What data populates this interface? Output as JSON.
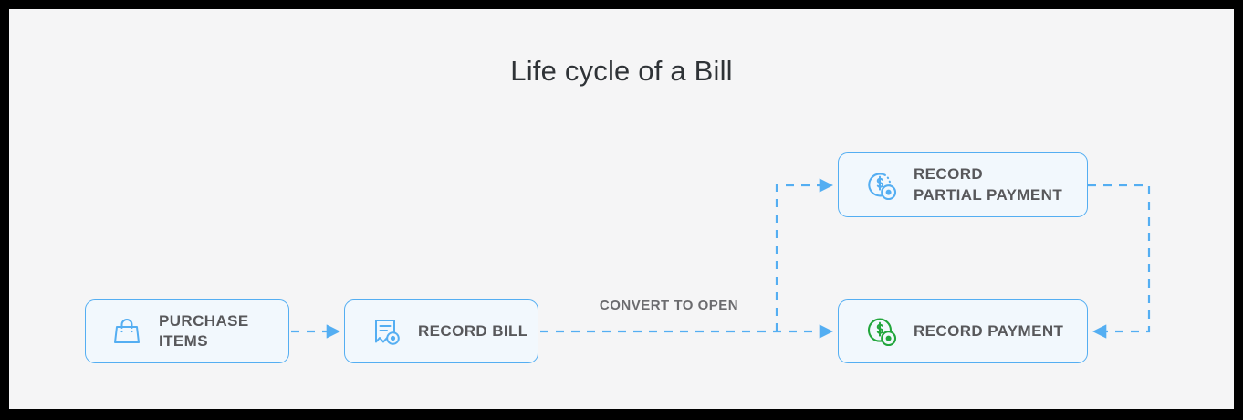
{
  "page": {
    "background": "#F5F5F6",
    "frame_color": "#000000",
    "accent_blue": "#54AEF2",
    "accent_green": "#22A63C",
    "text_color": "#58585B",
    "title_color": "#2F3337"
  },
  "title": "Life cycle of a Bill",
  "diagram": {
    "type": "flow",
    "nodes": [
      {
        "id": "purchase-items",
        "label": "PURCHASE\nITEMS",
        "icon": "shopping-bag-icon",
        "icon_color": "#54AEF2"
      },
      {
        "id": "record-bill",
        "label": "RECORD BILL",
        "icon": "bill-receipt-icon",
        "icon_color": "#54AEF2"
      },
      {
        "id": "record-partial-payment",
        "label": "RECORD\nPARTIAL PAYMENT",
        "icon": "partial-dollar-coin-icon",
        "icon_color": "#54AEF2"
      },
      {
        "id": "record-payment",
        "label": "RECORD PAYMENT",
        "icon": "dollar-coin-icon",
        "icon_color": "#22A63C"
      }
    ],
    "edges": [
      {
        "id": "purchase-to-bill",
        "from": "purchase-items",
        "to": "record-bill",
        "label": "",
        "style": "dashed",
        "arrow": true
      },
      {
        "id": "bill-to-payment",
        "from": "record-bill",
        "to": "record-payment",
        "label": "CONVERT TO OPEN",
        "style": "dashed",
        "arrow": true
      },
      {
        "id": "bill-to-partial-payment",
        "from": "record-bill",
        "to": "record-partial-payment",
        "label": "",
        "style": "dashed",
        "arrow": true
      },
      {
        "id": "partial-payment-to-payment",
        "from": "record-partial-payment",
        "to": "record-payment",
        "label": "",
        "style": "dashed",
        "arrow": true
      }
    ],
    "edge_labels": {
      "convert_to_open": "CONVERT TO OPEN"
    }
  }
}
